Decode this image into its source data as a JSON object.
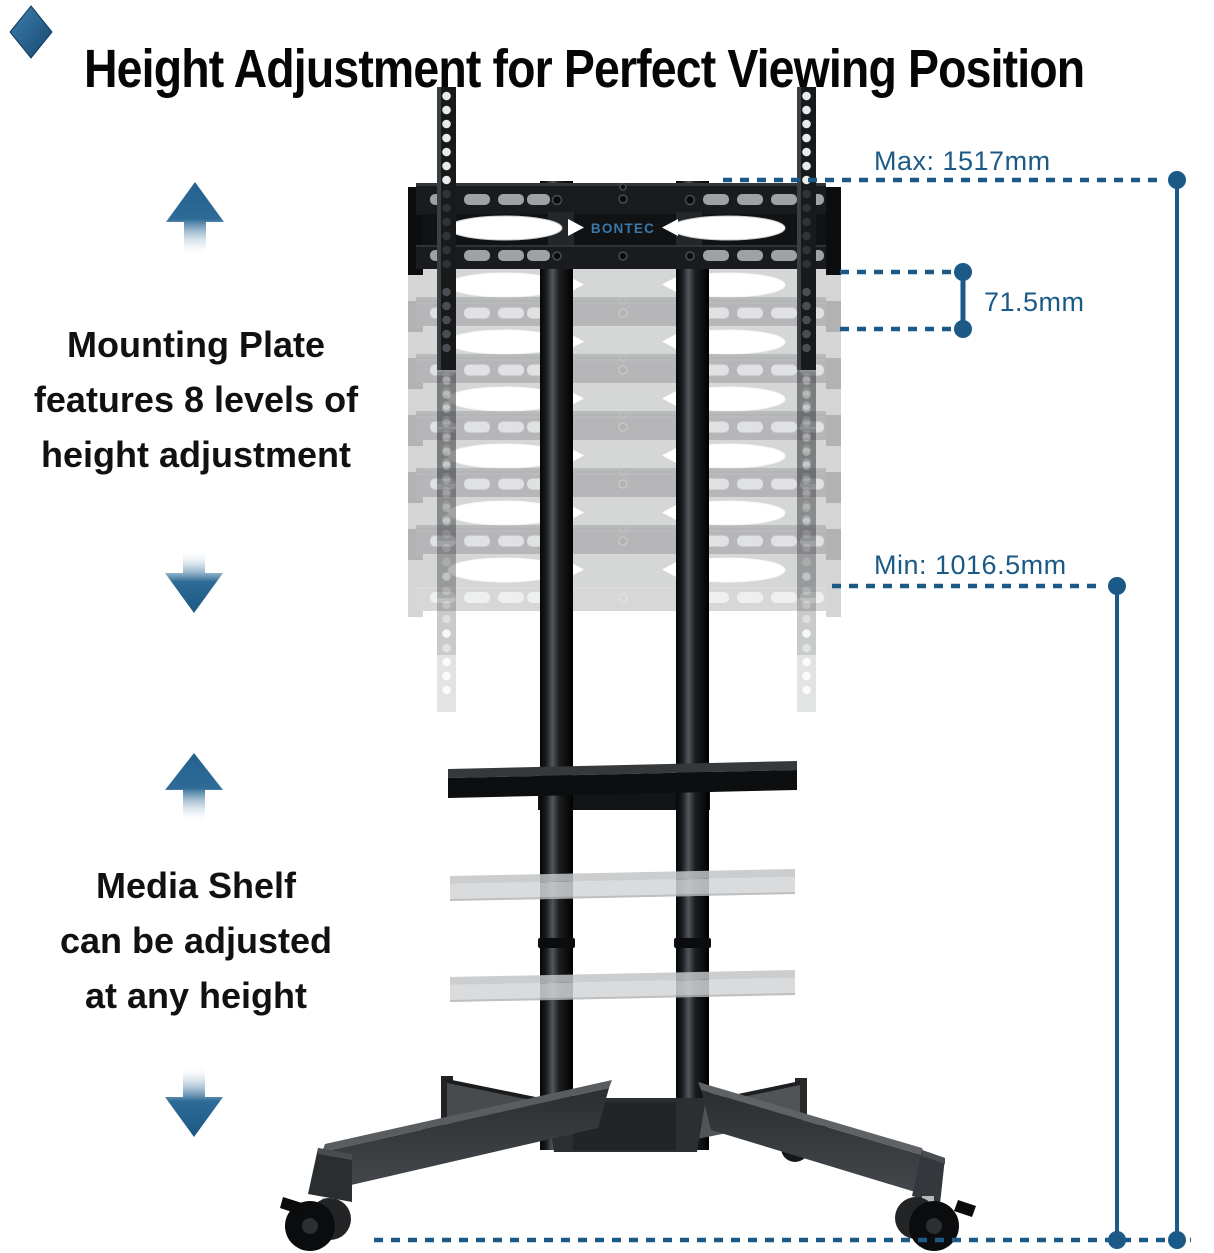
{
  "title": {
    "text": "Height Adjustment for Perfect Viewing Position"
  },
  "callouts": {
    "mounting_plate": {
      "lines": [
        "Mounting Plate",
        "features 8 levels of",
        "height adjustment"
      ]
    },
    "media_shelf": {
      "lines": [
        "Media Shelf",
        "can be adjusted",
        "at any height"
      ]
    }
  },
  "measurements": {
    "max": "Max: 1517mm",
    "step": "71.5mm",
    "min": "Min: 1016.5mm"
  },
  "product": {
    "brand": "BONTEC"
  },
  "colors": {
    "accent_blue": "#1b5a87",
    "arrow_blue": "#266795",
    "brand_blue": "#3b77a8",
    "diamond_blue": "#2e6da0"
  }
}
